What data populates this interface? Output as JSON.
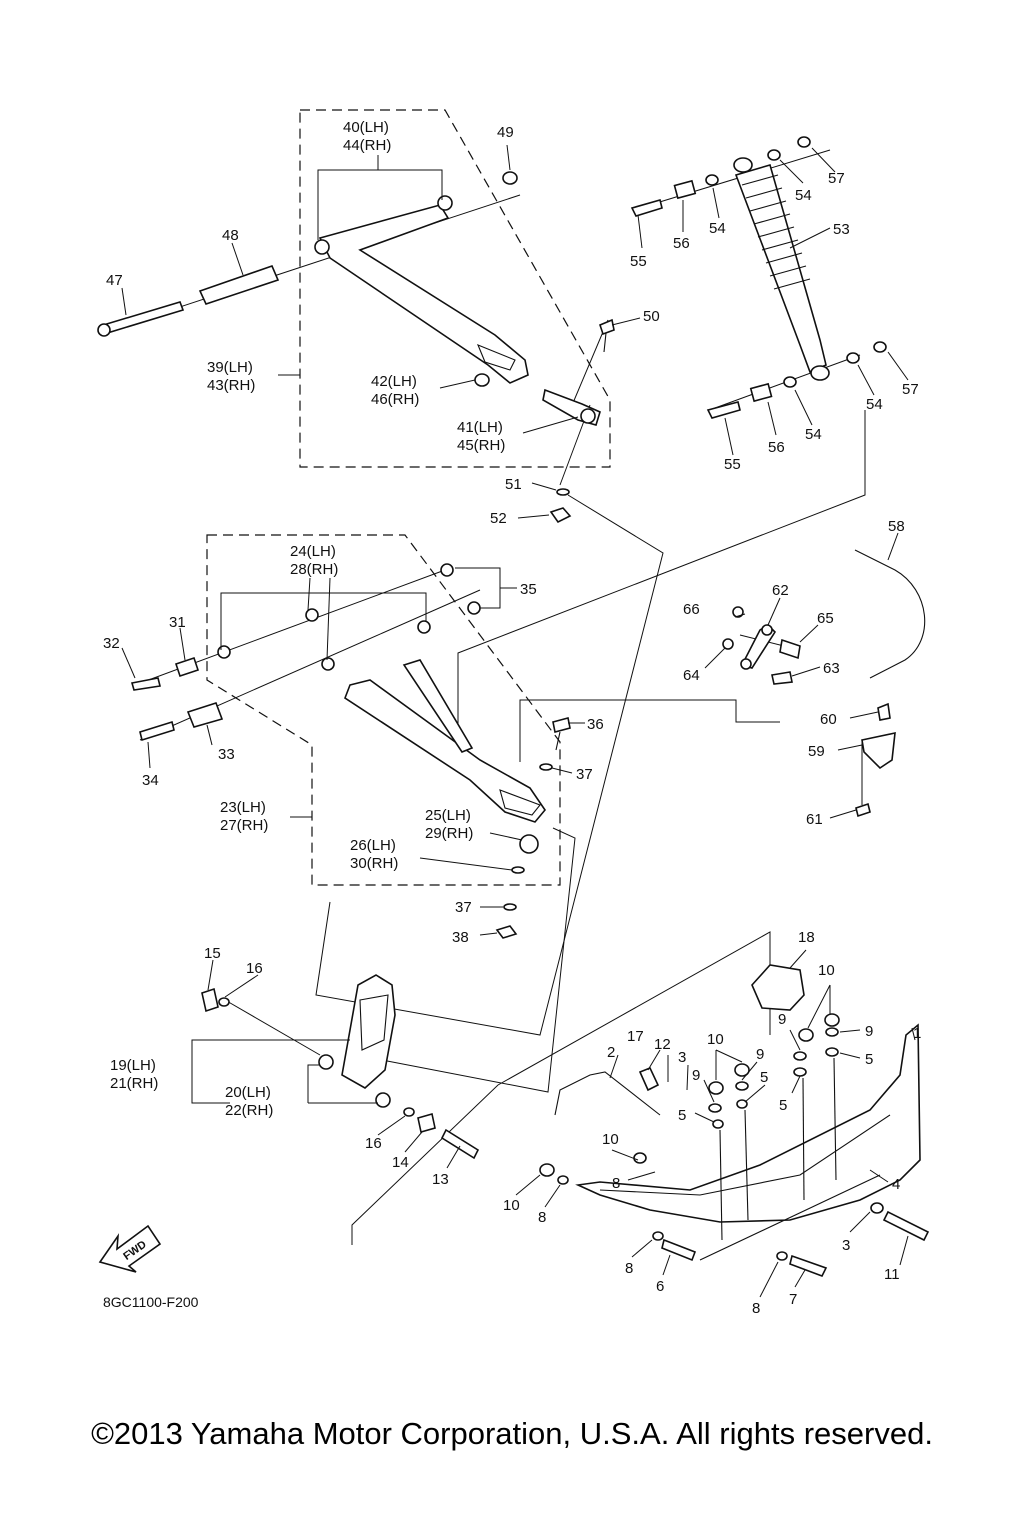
{
  "diagram_code": "8GC1100-F200",
  "fwd_label": "FWD",
  "copyright": "©2013 Yamaha Motor Corporation, U.S.A. All rights reserved.",
  "callouts": {
    "c1": "1",
    "c2": "2",
    "c3a": "3",
    "c3b": "3",
    "c4": "4",
    "c5a": "5",
    "c5b": "5",
    "c5c": "5",
    "c5d": "5",
    "c6": "6",
    "c7": "7",
    "c8a": "8",
    "c8b": "8",
    "c8c": "8",
    "c8d": "8",
    "c9a": "9",
    "c9b": "9",
    "c9c": "9",
    "c9d": "9",
    "c10a": "10",
    "c10b": "10",
    "c10c": "10",
    "c10d": "10",
    "c11": "11",
    "c12": "12",
    "c13": "13",
    "c14": "14",
    "c15": "15",
    "c16a": "16",
    "c16b": "16",
    "c17": "17",
    "c18": "18",
    "c19": "19(LH)",
    "c21": "21(RH)",
    "c20": "20(LH)",
    "c22": "22(RH)",
    "c23": "23(LH)",
    "c27": "27(RH)",
    "c24": "24(LH)",
    "c28": "28(RH)",
    "c25": "25(LH)",
    "c29": "29(RH)",
    "c26": "26(LH)",
    "c30": "30(RH)",
    "c31": "31",
    "c32": "32",
    "c33": "33",
    "c34": "34",
    "c35": "35",
    "c36": "36",
    "c37a": "37",
    "c37b": "37",
    "c38": "38",
    "c39": "39(LH)",
    "c43": "43(RH)",
    "c40": "40(LH)",
    "c44": "44(RH)",
    "c41": "41(LH)",
    "c45": "45(RH)",
    "c42": "42(LH)",
    "c46": "46(RH)",
    "c47": "47",
    "c48": "48",
    "c49": "49",
    "c50": "50",
    "c51": "51",
    "c52": "52",
    "c53": "53",
    "c54a": "54",
    "c54b": "54",
    "c54c": "54",
    "c54d": "54",
    "c55a": "55",
    "c55b": "55",
    "c56a": "56",
    "c56b": "56",
    "c57a": "57",
    "c57b": "57",
    "c58": "58",
    "c59": "59",
    "c60": "60",
    "c61": "61",
    "c62": "62",
    "c63": "63",
    "c64": "64",
    "c65": "65",
    "c66": "66"
  }
}
